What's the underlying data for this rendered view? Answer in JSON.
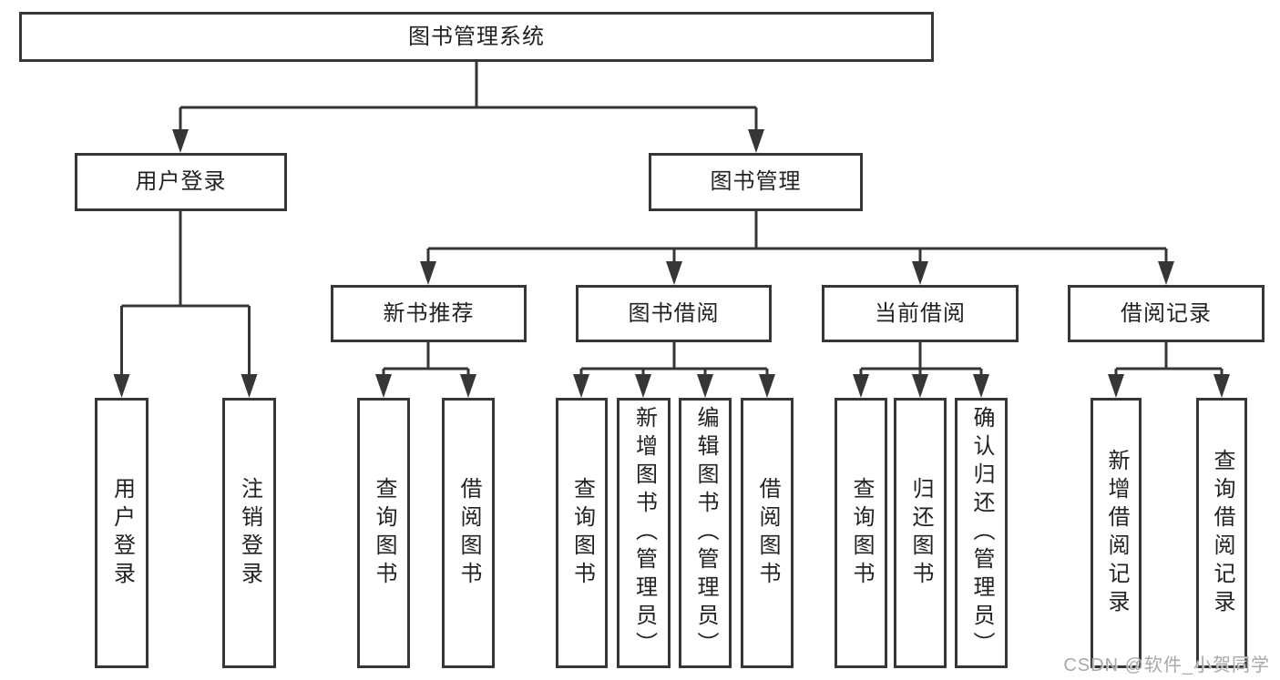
{
  "watermark": "CSDN @软件_小贺同学",
  "colors": {
    "line": "#363636",
    "box_border": "#363636",
    "text": "#222222",
    "background": "#ffffff",
    "watermark": "#a9a9a9"
  },
  "tree": {
    "root": {
      "label": "图书管理系统"
    },
    "children": [
      {
        "label": "用户登录",
        "children": [
          {
            "label": "用户登录"
          },
          {
            "label": "注销登录"
          }
        ]
      },
      {
        "label": "图书管理",
        "children": [
          {
            "label": "新书推荐",
            "children": [
              {
                "label": "查询图书"
              },
              {
                "label": "借阅图书"
              }
            ]
          },
          {
            "label": "图书借阅",
            "children": [
              {
                "label": "查询图书"
              },
              {
                "label": "新增图书（管理员）"
              },
              {
                "label": "编辑图书（管理员）"
              },
              {
                "label": "借阅图书"
              }
            ]
          },
          {
            "label": "当前借阅",
            "children": [
              {
                "label": "查询图书"
              },
              {
                "label": "归还图书"
              },
              {
                "label": "确认归还（管理员）"
              }
            ]
          },
          {
            "label": "借阅记录",
            "children": [
              {
                "label": "新增借阅记录"
              },
              {
                "label": "查询借阅记录"
              }
            ]
          }
        ]
      }
    ]
  }
}
